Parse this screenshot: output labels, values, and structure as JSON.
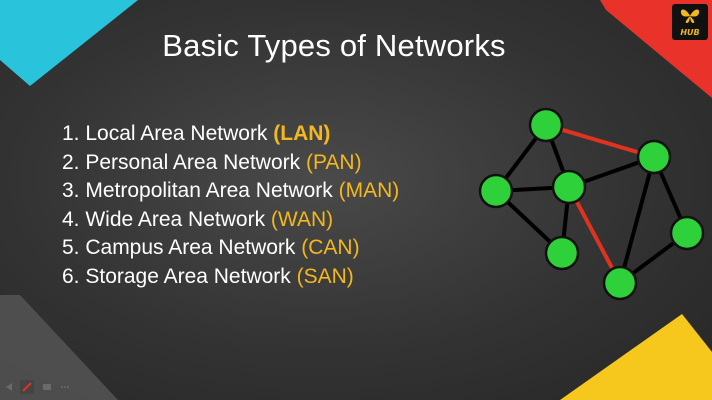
{
  "slide": {
    "title": "Basic Types of Networks",
    "items": [
      {
        "label": "1. Local Area Network ",
        "abbr": "(LAN)",
        "bold": true
      },
      {
        "label": "2. Personal Area Network ",
        "abbr": "(PAN)",
        "bold": false
      },
      {
        "label": "3. Metropolitan Area Network ",
        "abbr": "(MAN)",
        "bold": false
      },
      {
        "label": "4. Wide Area Network ",
        "abbr": "(WAN)",
        "bold": false
      },
      {
        "label": "5. Campus Area Network ",
        "abbr": "(CAN)",
        "bold": false
      },
      {
        "label": "6. Storage Area Network ",
        "abbr": "(SAN)",
        "bold": false
      }
    ]
  },
  "logo": {
    "text": "HUB",
    "icon": "butterfly-icon"
  },
  "colors": {
    "accent": "#f5b81c",
    "node": "#2fd13a",
    "link_highlight": "#e0321f",
    "corner_cyan": "#29c4dc",
    "corner_red": "#e8322a",
    "corner_yellow": "#f6c71d"
  },
  "controls": {
    "icons": [
      "previous-icon",
      "pen-icon",
      "slides-icon",
      "more-icon"
    ]
  }
}
